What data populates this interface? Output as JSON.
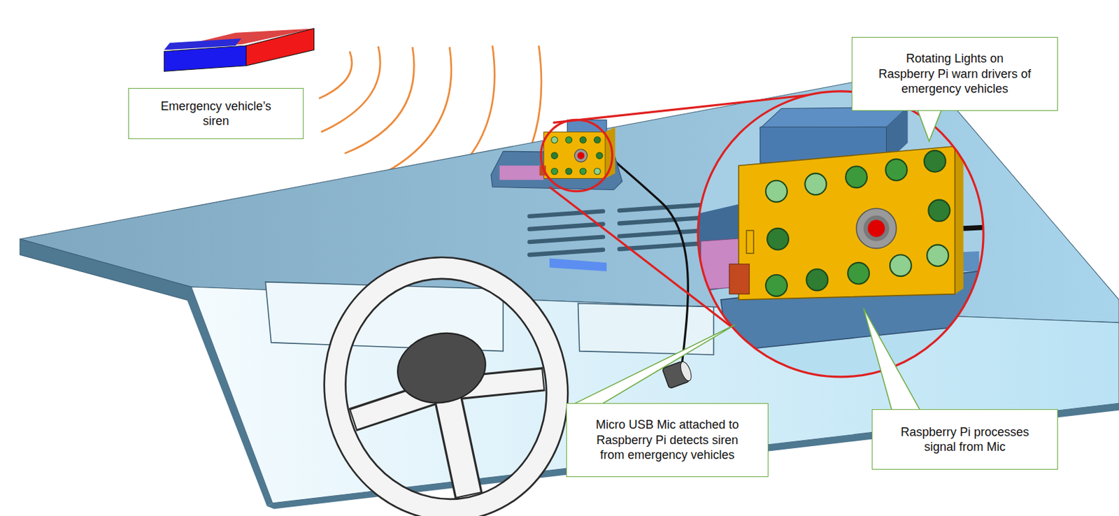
{
  "diagram": {
    "nodes": [
      {
        "text": [
          "Emergency vehicle’s siren"
        ]
      },
      {
        "text": [
          "Rotating Lights on Raspberry Pi warn drivers of emergency vehicles"
        ]
      },
      {
        "text": [
          "Micro USB Mic attached to Raspberry Pi detects siren from emergency vehicles"
        ]
      },
      {
        "text": [
          "Raspberry Pi processes signal from Mic"
        ]
      }
    ]
  }
}
